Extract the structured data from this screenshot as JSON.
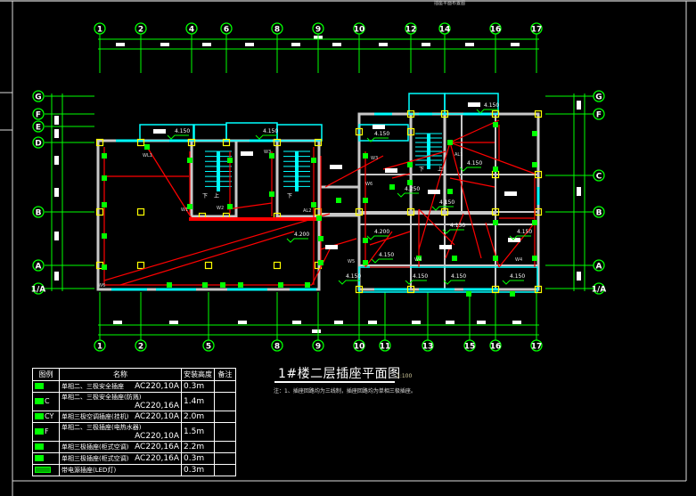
{
  "drawing": {
    "title": "1#楼二层插座平面图",
    "scale": "1:100",
    "note": "注：1、插座回路均为三线制，插座回路均为单相三极插座。",
    "top_caption": "插座平面布置图"
  },
  "axes": {
    "top": [
      "1",
      "2",
      "4",
      "6",
      "8",
      "9",
      "10",
      "12",
      "14",
      "16",
      "17"
    ],
    "bottom": [
      "1",
      "2",
      "5",
      "8",
      "9",
      "10",
      "11",
      "13",
      "15",
      "16",
      "17"
    ],
    "left": [
      "G",
      "F",
      "E",
      "D",
      "B",
      "A",
      "1/A"
    ],
    "right": [
      "G",
      "F",
      "C",
      "B",
      "A",
      "1/A"
    ]
  },
  "plan_labels": {
    "elevations": [
      "4.150",
      "4.150",
      "4.200",
      "4.150",
      "4.150",
      "4.200",
      "4.250",
      "4.150",
      "4.150",
      "4.150",
      "4.150",
      "4.150",
      "4.150",
      "4.150",
      "4.150",
      "4.150"
    ],
    "circuits": [
      "WL1",
      "W1",
      "W2",
      "W3",
      "W4",
      "W5",
      "W6",
      "AL1",
      "AL2",
      "W3",
      "W4",
      "W6"
    ],
    "stairs": [
      "下",
      "上",
      "下",
      "下",
      "上"
    ]
  },
  "legend": {
    "headers": [
      "图例",
      "名称",
      "安装高度",
      "备注"
    ],
    "rows": [
      {
        "suffix": "",
        "name": "单相二、三极安全插座",
        "spec": "AC220,10A",
        "height": "0.3m",
        "note": ""
      },
      {
        "suffix": "C",
        "name": "单相二、三极安全插座(防溅)",
        "spec": "AC220,16A",
        "height": "1.4m",
        "note": ""
      },
      {
        "suffix": "CY",
        "name": "单相三极空调插座(挂机)",
        "spec": "AC220,10A",
        "height": "2.0m",
        "note": ""
      },
      {
        "suffix": "F",
        "name": "单相二、三极插座(电热水器)",
        "spec": "AC220,10A",
        "height": "1.5m",
        "note": ""
      },
      {
        "suffix": "",
        "name": "单相三极插座(柜式空调)",
        "spec": "AC220,16A",
        "height": "2.2m",
        "note": ""
      },
      {
        "suffix": "",
        "name": "单相三极插座(柜式空调)",
        "spec": "AC220,16A",
        "height": "0.3m",
        "note": ""
      },
      {
        "suffix": "",
        "name": "带电源插座(LED灯)",
        "spec": "",
        "height": "0.3m",
        "note": ""
      }
    ]
  },
  "colors": {
    "background": "#000000",
    "axis": "#00ff00",
    "wall": "#c0c0c0",
    "window": "#00ffff",
    "wiring": "#ff0000",
    "column": "#ffff00",
    "text": "#ffffff"
  }
}
